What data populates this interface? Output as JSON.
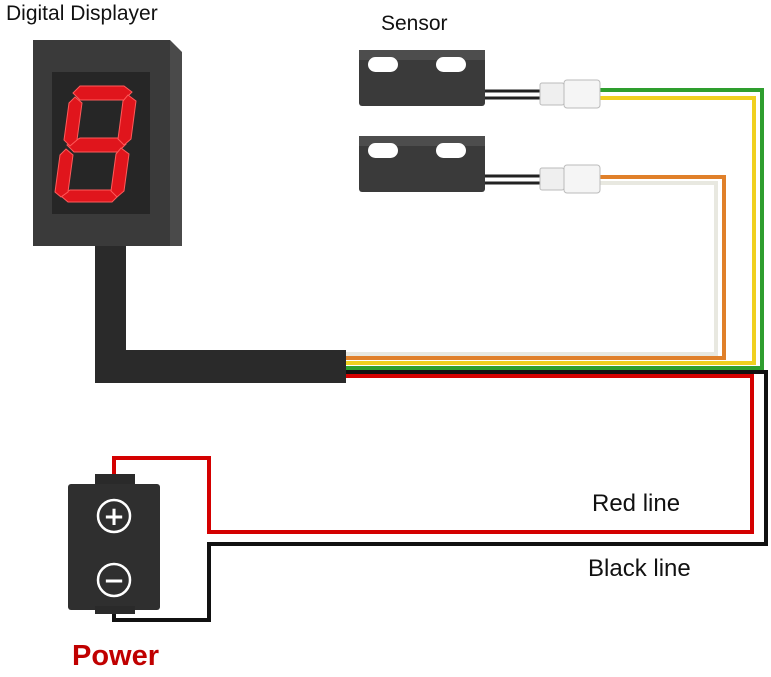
{
  "labels": {
    "digital_displayer": "Digital Displayer",
    "sensor": "Sensor",
    "red_line": "Red line",
    "black_line": "Black line",
    "power": "Power"
  },
  "display": {
    "digit": "8",
    "digit_color": "#e0151c"
  },
  "battery": {
    "positive_symbol": "+",
    "negative_symbol": "−"
  },
  "colors": {
    "red_wire": "#d40000",
    "black_wire": "#111111",
    "green_wire": "#2e9e2e",
    "yellow_wire": "#f0d020",
    "orange_wire": "#e0802a",
    "white_wire": "#e8e8e0",
    "power_text": "#c00000",
    "device_body": "#3a3a3a"
  }
}
